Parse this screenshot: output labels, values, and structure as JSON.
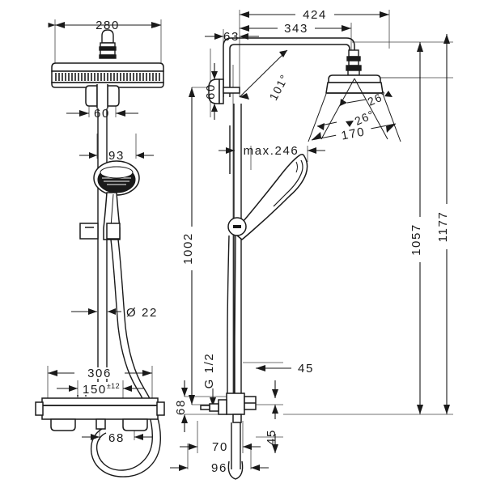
{
  "drawing": {
    "title": "Shower system dimensional drawing",
    "units": "mm",
    "line_color": "#1a1a1a",
    "dim_color": "#333333",
    "background": "#ffffff",
    "views": [
      {
        "name": "front-view",
        "label": ""
      },
      {
        "name": "side-view",
        "label": ""
      }
    ]
  },
  "dimensions": {
    "front": {
      "overhead_width": "280",
      "bracket_width": "60",
      "handshower_width": "93",
      "bar_diameter": "Ø 22",
      "valve_width": "306",
      "inlet_centers": "150",
      "inlet_tolerance": "±12",
      "hose_outlet": "68"
    },
    "side": {
      "arm_total": "424",
      "arm_to_head": "343",
      "wall_to_riser": "63",
      "bracket_depth": "60",
      "arm_angle": "101°",
      "handshower_projection": "max.246",
      "head_face": "170",
      "head_tilt_left": "26°",
      "head_tilt_right": "26°",
      "riser_height": "1002",
      "thread": "G 1/2",
      "valve_inlet_drop": "68",
      "valve_depth_top": "45",
      "valve_depth_bottom": "45",
      "outlet_depth": "70",
      "base_depth": "96"
    },
    "overall": {
      "head_height": "1057",
      "total_height": "1177"
    }
  }
}
